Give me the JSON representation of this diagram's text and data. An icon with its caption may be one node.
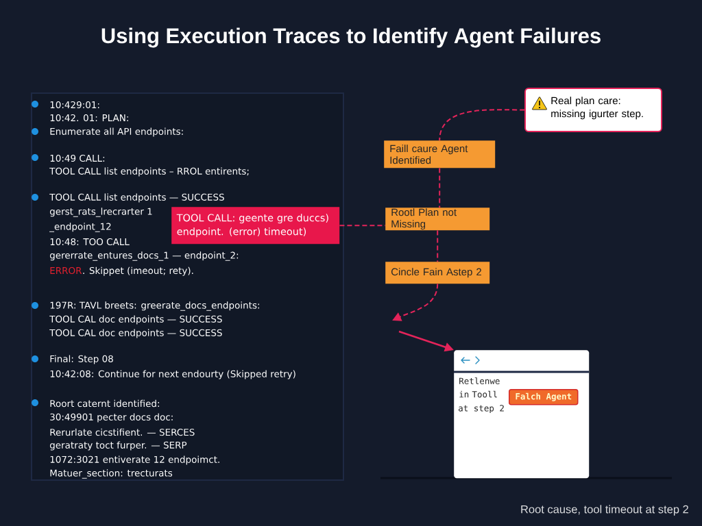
{
  "diagram": {
    "title": "Using Execution Traces to Identify Agent Failures",
    "nodes": [
      {
        "text": [
          "10:429:01:",
          "10:42. 01: PLAN:",
          "Enumerate all API endpoints:",
          "10:49 CALL:",
          "TOOL CALL list endpoints – RROL entirents;",
          "TOOL CALL list endpoints — SUCCESS",
          "gerst_rats_lrecrarter 1",
          "_endpoint_12",
          "10:48: TOO CALL",
          "gererrate_entures_docs_1 — endpoint_2:",
          "ERROR",
          ". Skippet (imeout; rety).",
          "197R: TAVL breets: greerate_docs_endpoints:",
          "TOOL CAL doc endpoints — SUCCESS",
          "TOOL CAL doc endpoints — SUCCESS",
          "Final: Step 08",
          "10:42:08: Continue for next endourty (Skipped retry)",
          "Roort caternt identified:",
          "30:49901 pecter docs doc:",
          "Rerurlate cicstifient. — SERCES",
          "geratraty toct furper. — SERP",
          "1072:3021 entiverate 12 endpoimct.",
          "Matuer_section: trecturats"
        ]
      },
      {
        "text": [
          "TOOL CALL: geente gre duccs) endpoint. (error) timeout)"
        ],
        "in": 0
      },
      {
        "text": [
          "Real plan care: missing igurter step."
        ]
      },
      {
        "text": [
          "Faill caure Agent Identified"
        ]
      },
      {
        "text": [
          "Rootl Plan not Missing"
        ]
      },
      {
        "text": [
          "Cincle Fain Astep 2"
        ]
      },
      {
        "text": [
          "Retlenwe in Tooll",
          "at step 2"
        ]
      },
      {
        "text": [
          "Falch Agent"
        ],
        "in": 6
      }
    ],
    "edges": [
      {
        "from": 2,
        "to": 3,
        "arrow": "none",
        "style": "dashed"
      },
      {
        "from": 3,
        "to": 4,
        "arrow": "none",
        "style": "dashed"
      },
      {
        "from": 1,
        "to": 4,
        "arrow": "none",
        "style": "dashed"
      },
      {
        "from": 4,
        "to": 5,
        "arrow": "none",
        "style": "dashed"
      },
      {
        "from": 5,
        "to": null,
        "arrow": "to",
        "style": "dashed"
      },
      {
        "from": null,
        "to": 6,
        "arrow": "to"
      }
    ],
    "labels": [
      "Root cause, tool timeout at step 2"
    ]
  }
}
